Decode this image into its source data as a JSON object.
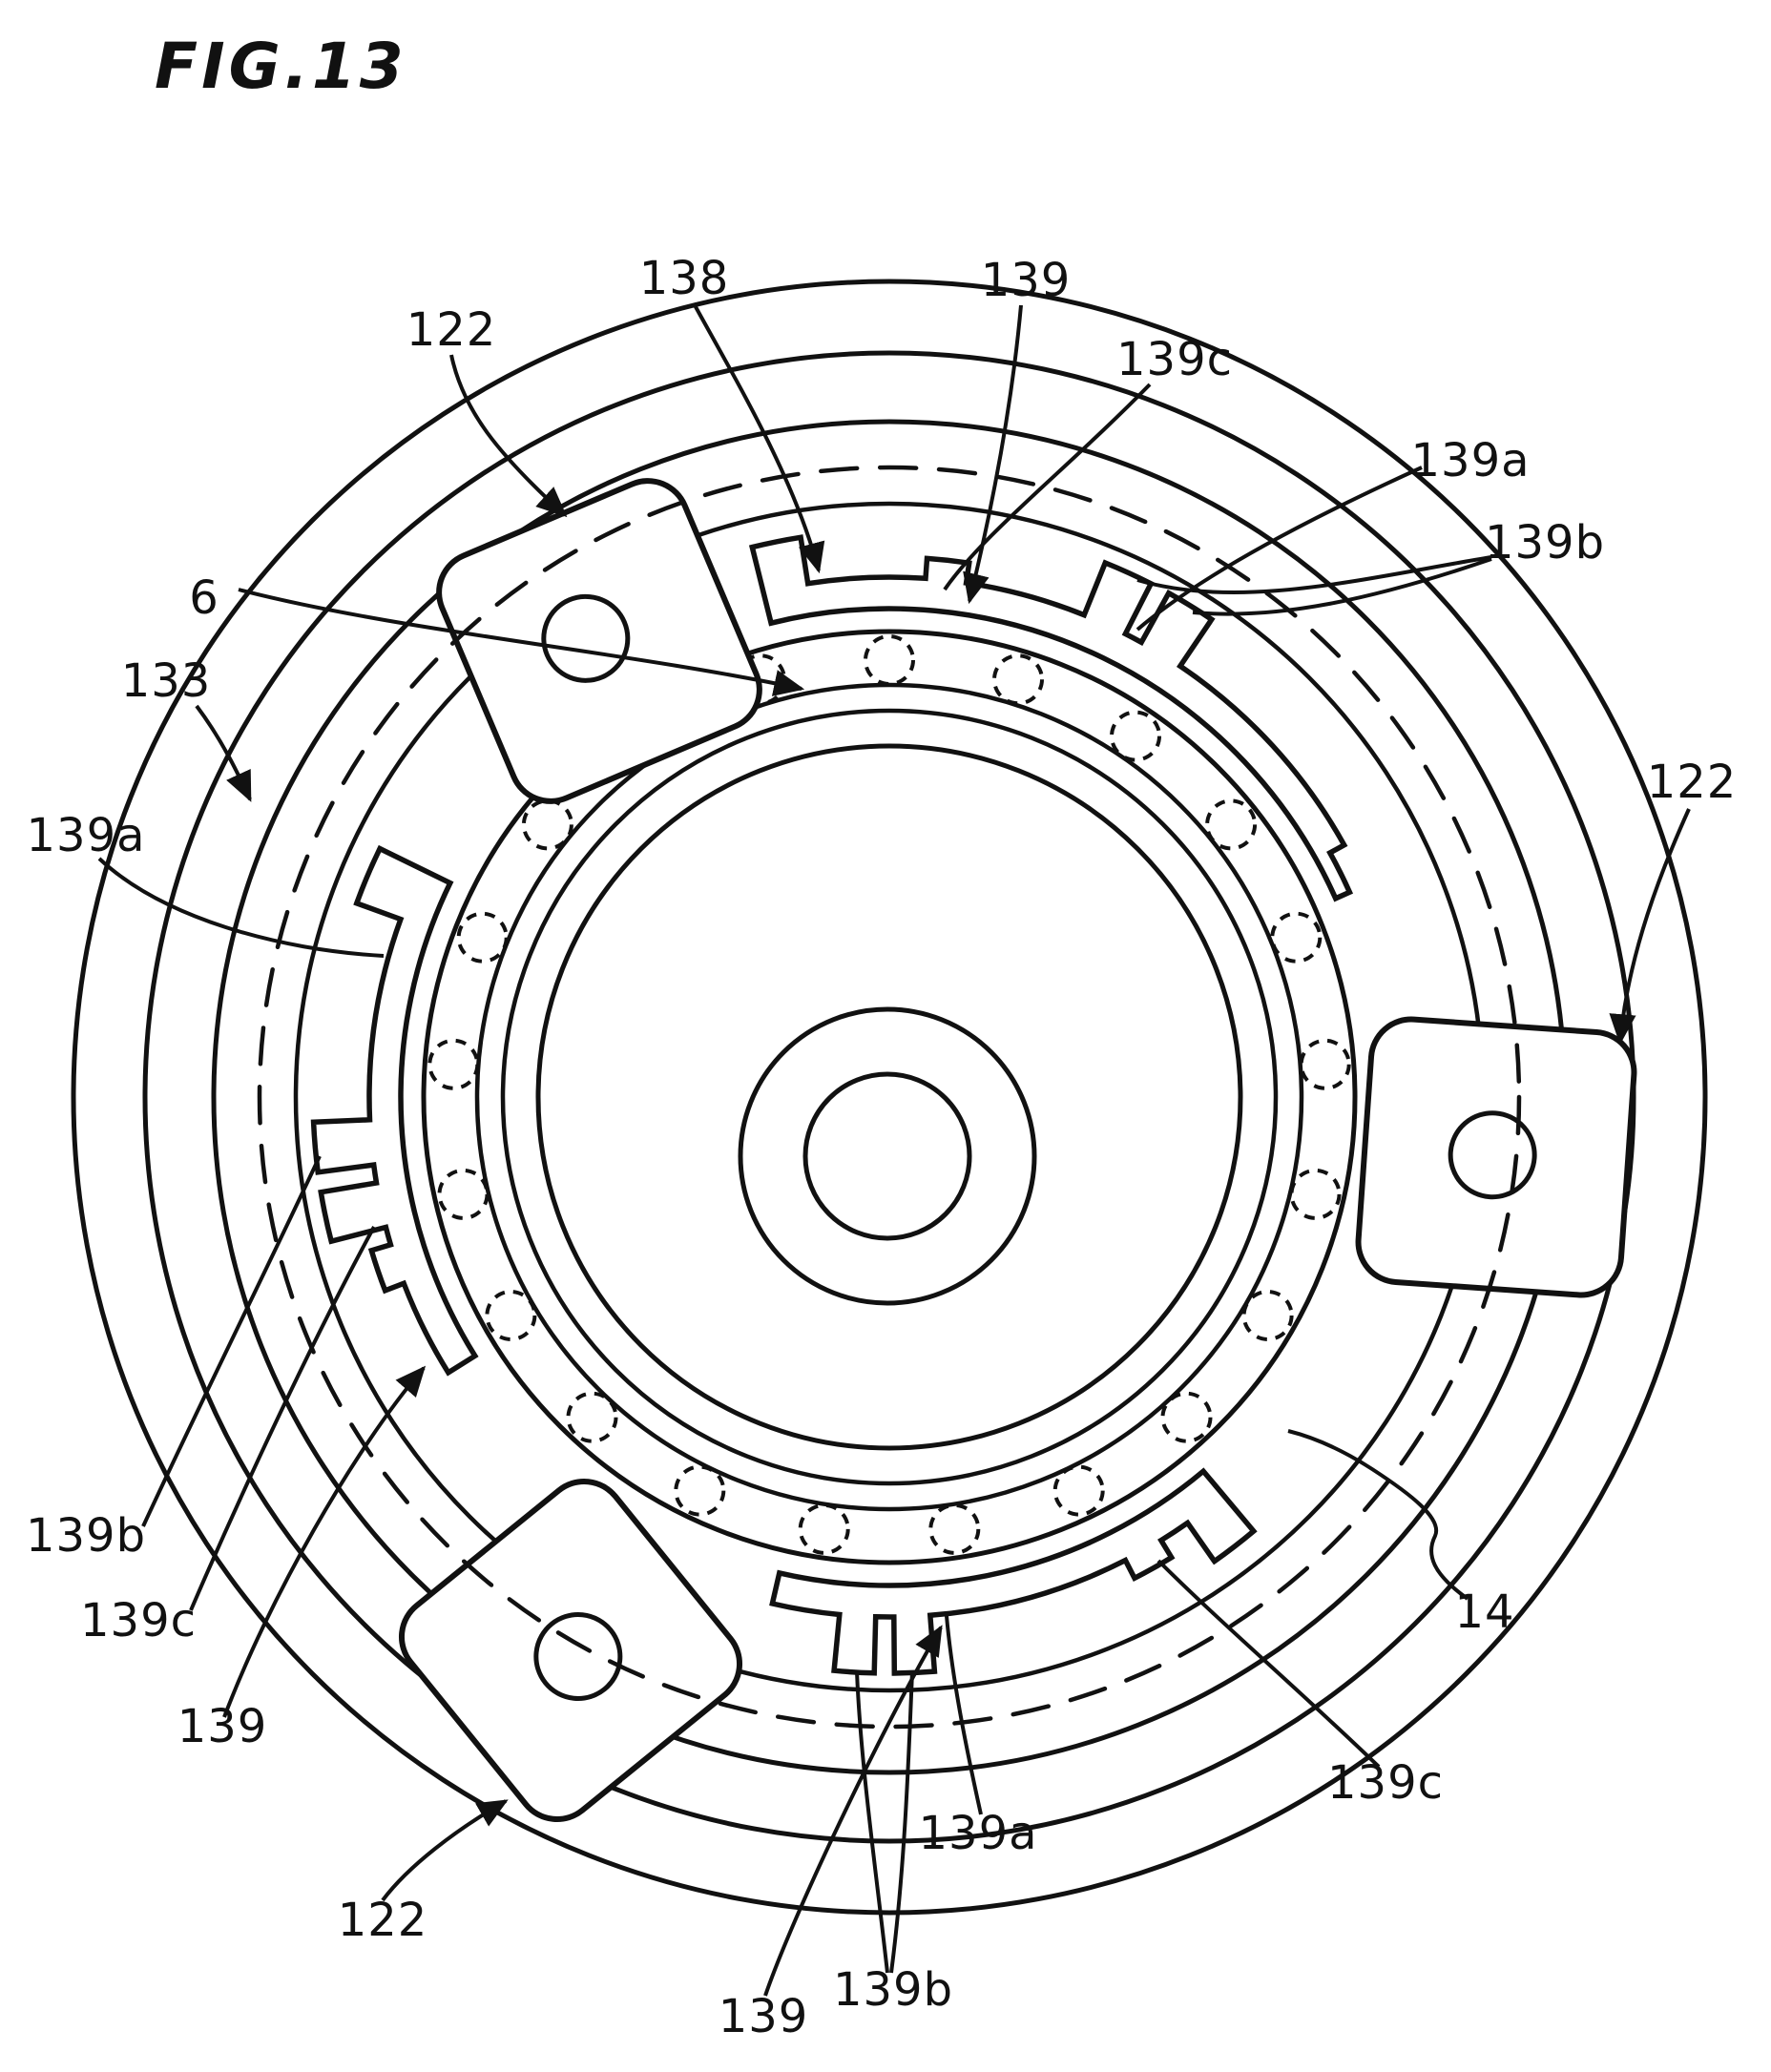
{
  "figure": {
    "title": "FIG.13"
  },
  "labels": [
    {
      "id": "ref-122-top-left",
      "text": "122"
    },
    {
      "id": "ref-138",
      "text": "138"
    },
    {
      "id": "ref-139-top",
      "text": "139"
    },
    {
      "id": "ref-139c-top",
      "text": "139c"
    },
    {
      "id": "ref-139a-top-right",
      "text": "139a"
    },
    {
      "id": "ref-139b-top-right",
      "text": "139b"
    },
    {
      "id": "ref-6",
      "text": "6"
    },
    {
      "id": "ref-133",
      "text": "133"
    },
    {
      "id": "ref-139a-left",
      "text": "139a"
    },
    {
      "id": "ref-122-right",
      "text": "122"
    },
    {
      "id": "ref-14",
      "text": "14"
    },
    {
      "id": "ref-139c-bottom-right",
      "text": "139c"
    },
    {
      "id": "ref-139a-bottom-right",
      "text": "139a"
    },
    {
      "id": "ref-139b-bottom",
      "text": "139b"
    },
    {
      "id": "ref-139-bottom",
      "text": "139"
    },
    {
      "id": "ref-139b-bottom-left",
      "text": "139b"
    },
    {
      "id": "ref-139c-bottom-left",
      "text": "139c"
    },
    {
      "id": "ref-139-bottom-left",
      "text": "139"
    },
    {
      "id": "ref-122-bottom-left",
      "text": "122"
    }
  ]
}
